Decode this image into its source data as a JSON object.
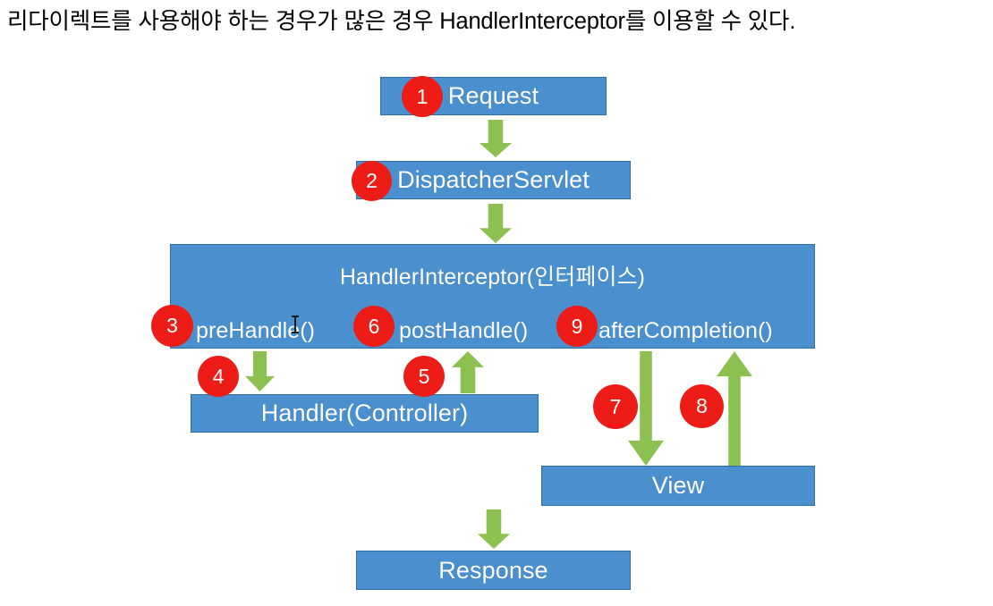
{
  "caption": {
    "text": "리다이렉트를 사용해야 하는 경우가 많은 경우 HandlerInterceptor를 이용할 수 있다."
  },
  "colors": {
    "box_fill": "#4a90ce",
    "box_border": "#2f6ca0",
    "arrow_green": "#8cc152",
    "badge_red": "#ed1c16",
    "box_text": "#ffffff",
    "caption_text": "#000000",
    "page_background": "#ffffff"
  },
  "nodes": {
    "request": {
      "label": "Request"
    },
    "dispatcher_servlet": {
      "label": "DispatcherServlet"
    },
    "handler_interceptor": {
      "title": "HandlerInterceptor(인터페이스)",
      "methods": [
        {
          "label": "preHandle()"
        },
        {
          "label": "postHandle()"
        },
        {
          "label": "afterCompletion()"
        }
      ]
    },
    "handler": {
      "label": "Handler(Controller)"
    },
    "view": {
      "label": "View"
    },
    "response": {
      "label": "Response"
    }
  },
  "badges": [
    {
      "number": "1",
      "target": "request"
    },
    {
      "number": "2",
      "target": "dispatcher-servlet"
    },
    {
      "number": "3",
      "target": "pre-handle"
    },
    {
      "number": "4",
      "target": "handler-in"
    },
    {
      "number": "5",
      "target": "handler-out"
    },
    {
      "number": "6",
      "target": "post-handle"
    },
    {
      "number": "7",
      "target": "view-in"
    },
    {
      "number": "8",
      "target": "view-out"
    },
    {
      "number": "9",
      "target": "after-completion"
    }
  ],
  "arrows": [
    {
      "name": "request-to-dispatcher",
      "direction": "down"
    },
    {
      "name": "dispatcher-to-interceptor",
      "direction": "down"
    },
    {
      "name": "interceptor-to-handler",
      "direction": "down"
    },
    {
      "name": "handler-to-interceptor",
      "direction": "up"
    },
    {
      "name": "interceptor-to-view",
      "direction": "down"
    },
    {
      "name": "view-to-interceptor",
      "direction": "up"
    },
    {
      "name": "interceptor-to-response",
      "direction": "down"
    }
  ]
}
